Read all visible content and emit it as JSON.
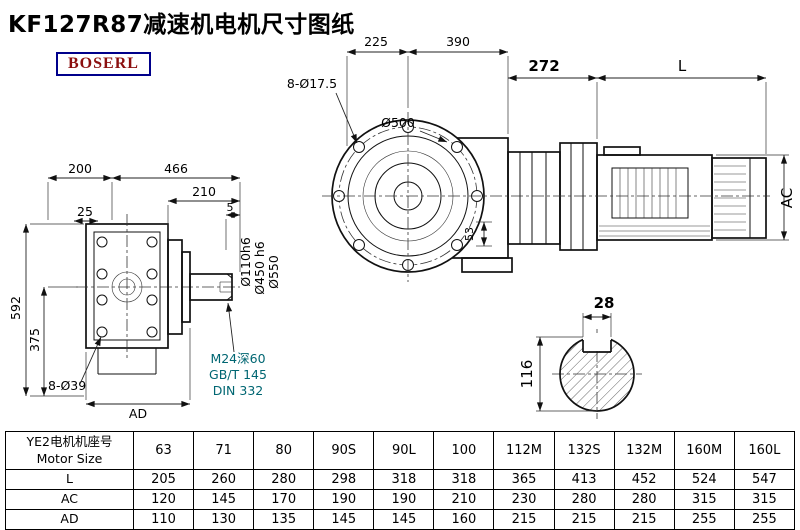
{
  "title": "KF127R87减速机电机尺寸图纸",
  "logo": "BOSERL",
  "colors": {
    "logo_text": "#8b0f0f",
    "logo_border": "#00008b",
    "annotation": "#006672"
  },
  "front": {
    "d200": "200",
    "d466": "466",
    "d210": "210",
    "d5": "5",
    "d25": "25",
    "d592": "592",
    "d375": "375",
    "holes": "8-Ø39",
    "ad": "AD",
    "shaft_dia": "Ø110h6",
    "spigot_dia": "Ø450 h6",
    "flange_dia": "Ø550",
    "tap": "M24深60",
    "std1": "GB/T 145",
    "std2": "DIN 332"
  },
  "side": {
    "d225": "225",
    "d390": "390",
    "holes": "8-Ø17.5",
    "flange": "Ø500",
    "d272": "272",
    "L": "L",
    "AC": "AC",
    "d53": "53"
  },
  "shaft": {
    "d28": "28",
    "d116": "116"
  },
  "table": {
    "col0_line1": "YE2电机机座号",
    "col0_line2": "Motor Size",
    "sizes": [
      "63",
      "71",
      "80",
      "90S",
      "90L",
      "100",
      "112M",
      "132S",
      "132M",
      "160M",
      "160L"
    ],
    "rows": [
      {
        "label": "L",
        "values": [
          "205",
          "260",
          "280",
          "298",
          "318",
          "318",
          "365",
          "413",
          "452",
          "524",
          "547"
        ]
      },
      {
        "label": "AC",
        "values": [
          "120",
          "145",
          "170",
          "190",
          "190",
          "210",
          "230",
          "280",
          "280",
          "315",
          "315"
        ]
      },
      {
        "label": "AD",
        "values": [
          "110",
          "130",
          "135",
          "145",
          "145",
          "160",
          "215",
          "215",
          "215",
          "255",
          "255"
        ]
      }
    ]
  }
}
